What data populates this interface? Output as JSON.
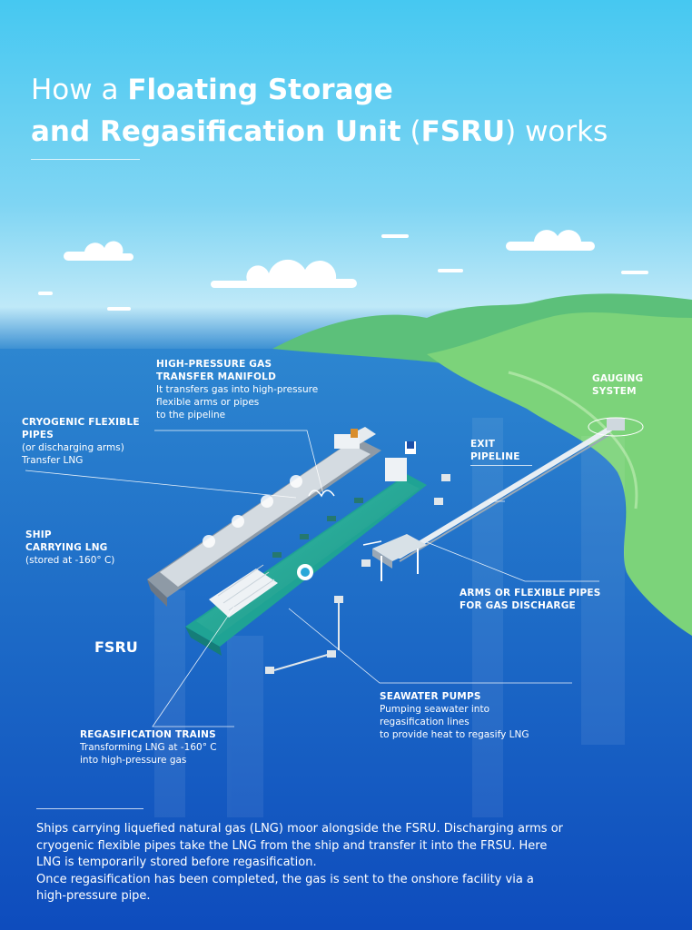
{
  "title": {
    "part1": "How a ",
    "part2": "Floating Storage",
    "part3": "and Regasification Unit",
    "part4": " (",
    "part5": "FSRU",
    "part6": ") works"
  },
  "labels": {
    "manifold": {
      "heading1": "HIGH-PRESSURE GAS",
      "heading2": "TRANSFER MANIFOLD",
      "line1": "It transfers gas into high-pressure",
      "line2": "flexible arms or pipes",
      "line3": "to the pipeline"
    },
    "cryogenic": {
      "heading1": "CRYOGENIC FLEXIBLE",
      "heading2": "PIPES",
      "line1": "(or discharging arms)",
      "line2": "Transfer LNG"
    },
    "gauging": {
      "heading1": "GAUGING",
      "heading2": "SYSTEM"
    },
    "exit": {
      "heading1": "EXIT",
      "heading2": "PIPELINE"
    },
    "ship": {
      "heading1": "SHIP",
      "heading2": "CARRYING LNG",
      "line1": "(stored at -160° C)"
    },
    "arms": {
      "heading1": "ARMS OR FLEXIBLE PIPES",
      "heading2": "FOR GAS DISCHARGE"
    },
    "fsru": "FSRU",
    "pumps": {
      "heading1": "SEAWATER PUMPS",
      "line1": "Pumping seawater into",
      "line2": "regasification lines",
      "line3": "to provide heat to regasify LNG"
    },
    "trains": {
      "heading1": "REGASIFICATION TRAINS",
      "line1": "Transforming LNG at -160° C",
      "line2": "into high-pressure gas"
    }
  },
  "description": {
    "line1": "Ships carrying liquefied natural gas (LNG) moor alongside the FSRU. Discharging arms or",
    "line2": "cryogenic flexible pipes take the LNG from the ship and transfer it into the FRSU. Here",
    "line3": "LNG is temporarily stored before regasification.",
    "line4": "Once regasification has been completed, the gas is sent to the onshore facility via a",
    "line5": "high-pressure pipe."
  },
  "colors": {
    "sky_top": "#46c8f1",
    "sea": "#1c6dc7",
    "land": "#7cd37a",
    "fsru_hull": "#1fa394",
    "carrier_hull": "#8e9aa6"
  },
  "icons": {
    "clouds": "cloud-shapes",
    "fsru_logo": "circular-company-logo"
  }
}
